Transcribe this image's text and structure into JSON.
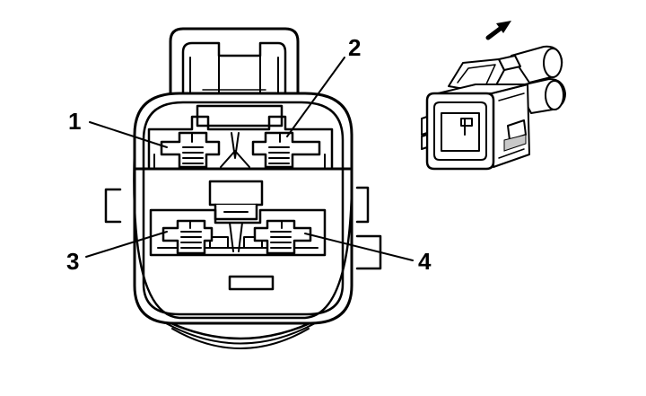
{
  "pins": [
    {
      "label": "1"
    },
    {
      "label": "2"
    },
    {
      "label": "3"
    },
    {
      "label": "4"
    }
  ],
  "icons": {
    "direction_arrow": "arrow-up-right-icon",
    "connector_view": "connector-isometric-icon"
  },
  "colors": {
    "line": "#000000",
    "background": "#ffffff",
    "shade": "#c8c8c8"
  }
}
